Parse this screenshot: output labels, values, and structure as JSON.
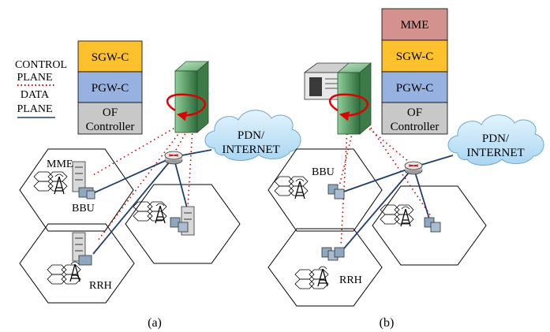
{
  "legend": {
    "control_line1": "CONTROL",
    "control_line2": "PLANE",
    "data_line1": "DATA",
    "data_line2": "PLANE"
  },
  "panel_a": {
    "stack": [
      "SGW-C",
      "PGW-C"
    ],
    "controller_line1": "OF",
    "controller_line2": "Controller",
    "cloud_line1": "PDN/",
    "cloud_line2": "INTERNET",
    "mme_label": "MME",
    "bbu_label": "BBU",
    "rrh_label": "RRH",
    "caption": "(a)"
  },
  "panel_b": {
    "stack": [
      "MME",
      "SGW-C",
      "PGW-C"
    ],
    "controller_line1": "OF",
    "controller_line2": "Controller",
    "cloud_line1": "PDN/",
    "cloud_line2": "INTERNET",
    "bbu_label": "BBU",
    "rrh_label": "RRH",
    "caption": "(b)"
  },
  "colors": {
    "mme": "#d4928e",
    "sgw": "#fcc12c",
    "pgw": "#97b2e0",
    "controller": "#c8c8c8",
    "server_green": "#5f9e6b",
    "cloud": "#c6e4f6",
    "link": "#1f3e6e",
    "control_dots": "#c00000",
    "rotate_arrow": "#e00000"
  }
}
